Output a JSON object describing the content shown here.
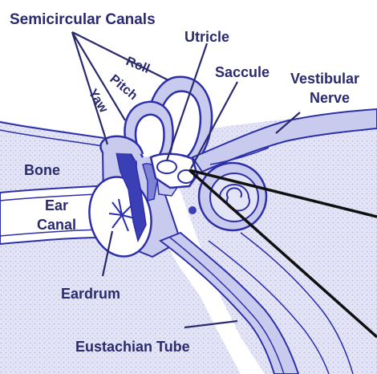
{
  "labels": {
    "semicircular_canals": "Semicircular Canals",
    "roll": "Roll",
    "pitch": "Pitch",
    "yaw": "Yaw",
    "utricle": "Utricle",
    "saccule": "Saccule",
    "vestibular": "Vestibular",
    "nerve": "Nerve",
    "bone": "Bone",
    "ear": "Ear",
    "canal": "Canal",
    "eardrum": "Eardrum",
    "eustachian_tube": "Eustachian Tube"
  },
  "colors": {
    "outline": "#2c2fa8",
    "bone_fill": "#dfe0f3",
    "bone_dots": "#b9bce6",
    "light_fill": "#c9cbee",
    "dark_fill": "#3b3fb5",
    "label": "#2a2a6e",
    "background": "#ffffff"
  }
}
